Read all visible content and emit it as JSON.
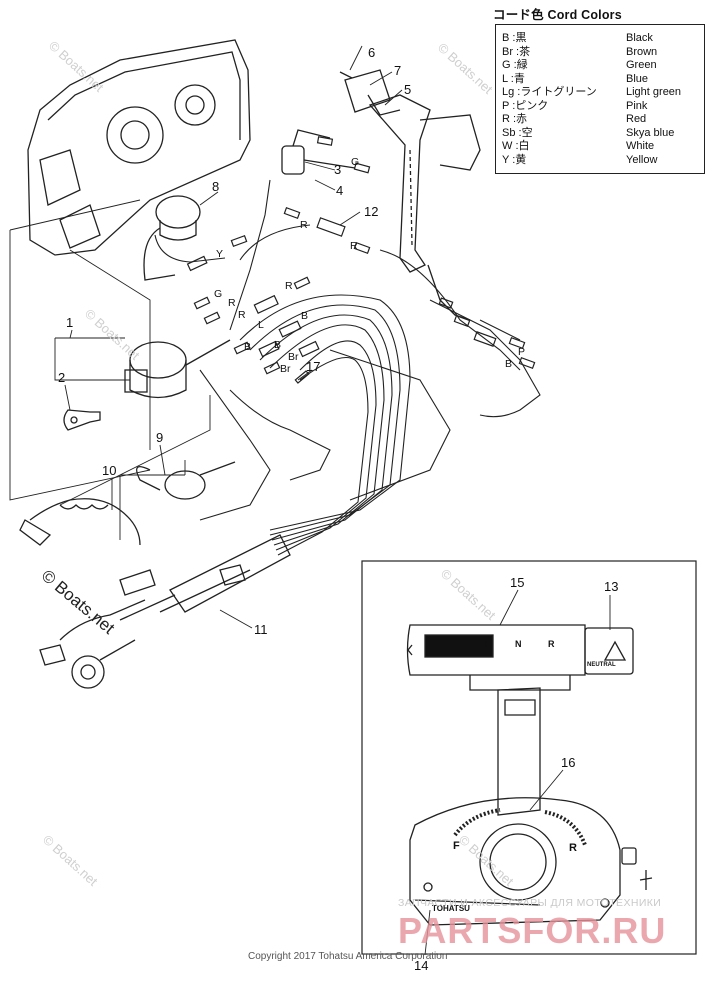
{
  "legend": {
    "title": "コード色 Cord Colors",
    "rows": [
      {
        "code": "B   :黒",
        "name": "Black"
      },
      {
        "code": "Br  :茶",
        "name": "Brown"
      },
      {
        "code": "G   :緑",
        "name": "Green"
      },
      {
        "code": "L   :青",
        "name": "Blue"
      },
      {
        "code": "Lg  :ライトグリーン",
        "name": "Light green"
      },
      {
        "code": "P   :ピンク",
        "name": "Pink"
      },
      {
        "code": "R   :赤",
        "name": "Red"
      },
      {
        "code": "Sb  :空",
        "name": "Skya blue"
      },
      {
        "code": "W   :白",
        "name": "White"
      },
      {
        "code": "Y   :黄",
        "name": "Yellow"
      }
    ]
  },
  "callouts": [
    "1",
    "2",
    "3",
    "4",
    "5",
    "6",
    "7",
    "8",
    "9",
    "10",
    "11",
    "12",
    "13",
    "14",
    "15",
    "16",
    "17"
  ],
  "wire_labels": {
    "g_top": "G",
    "r_12": "R",
    "r_12b": "R",
    "y": "Y",
    "g_left": "G",
    "r_a": "R",
    "r_b": "R",
    "r_c": "R",
    "l": "L",
    "b_a": "B",
    "b_b": "B",
    "b_c": "B",
    "br_a": "Br",
    "br_b": "Br",
    "p": "P",
    "b_d": "B"
  },
  "panel": {
    "f": "F",
    "n": "N",
    "r": "R",
    "f2": "F",
    "r2": "R",
    "neutral": "NEUTRAL",
    "tohatsu": "TOHATSU"
  },
  "watermark": "© Boats.net",
  "stamp": "© Boats.net",
  "copyright": "Copyright 2017 Tohatsu America Corporation",
  "brand_sub": "ЗАПЧАСТИ И АКСЕССУАРЫ ДЛЯ МОТОТЕХНИКИ",
  "brand_main": "PARTSFOR.RU"
}
